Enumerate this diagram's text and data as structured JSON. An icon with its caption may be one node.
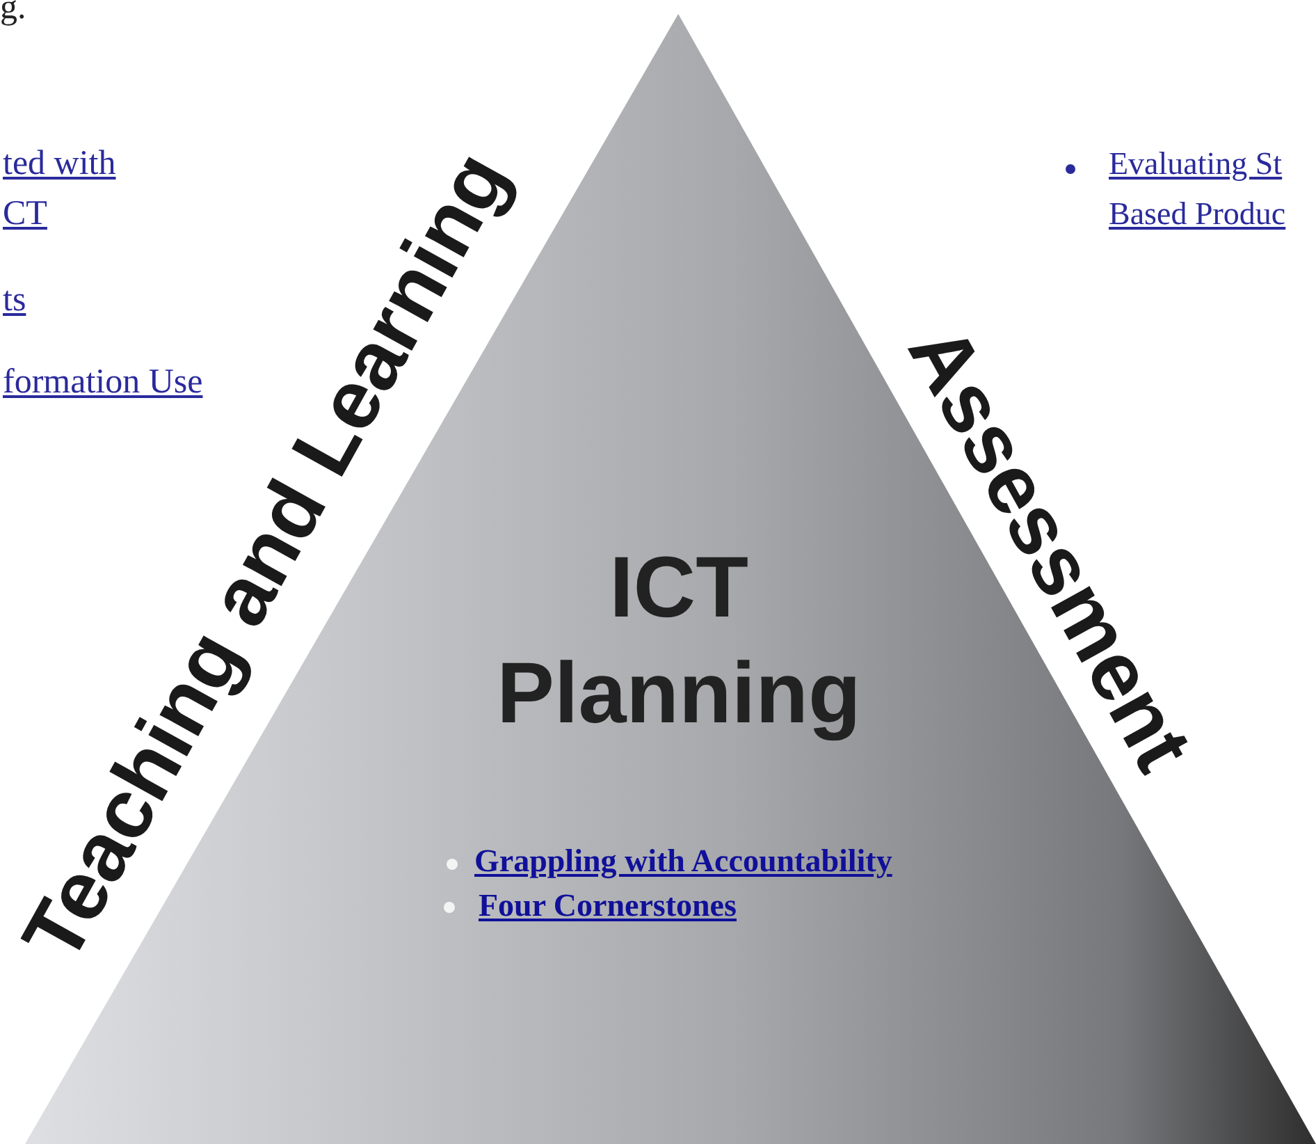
{
  "diagram": {
    "nodes": [
      {
        "text": [
          "ICT Planning"
        ]
      }
    ],
    "edges": [],
    "labels": [
      "g.",
      "ted with CT",
      "Evaluating St Based Produc",
      "ts",
      "formation Use",
      "Teaching and Learning",
      "Assessment",
      "Grappling with Accountability",
      "Four Cornerstones"
    ]
  }
}
